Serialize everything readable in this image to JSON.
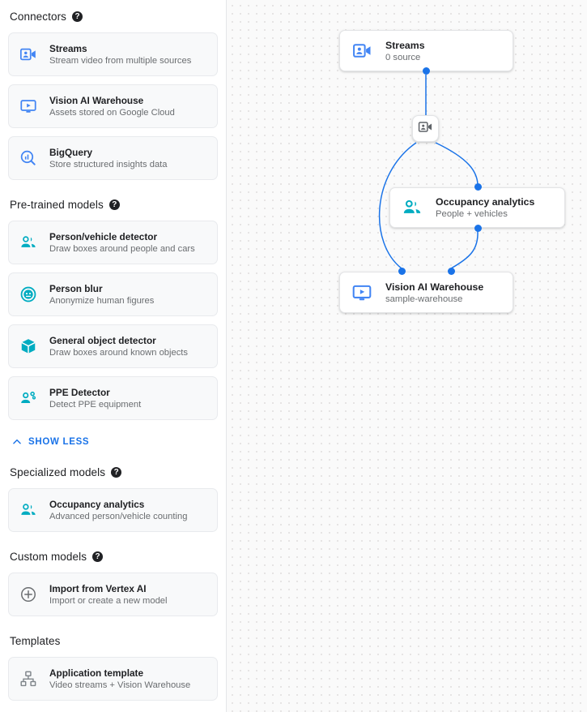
{
  "sidebar": {
    "sections": [
      {
        "title": "Connectors",
        "help": "?",
        "items": [
          {
            "title": "Streams",
            "sub": "Stream video from multiple sources",
            "icon": "video-camera-icon",
            "color": "#4285f4"
          },
          {
            "title": "Vision AI Warehouse",
            "sub": "Assets stored on Google Cloud",
            "icon": "monitor-play-icon",
            "color": "#4285f4"
          },
          {
            "title": "BigQuery",
            "sub": "Store structured insights data",
            "icon": "bigquery-search-icon",
            "color": "#4285f4"
          }
        ]
      },
      {
        "title": "Pre-trained models",
        "help": "?",
        "items": [
          {
            "title": "Person/vehicle detector",
            "sub": "Draw boxes around people and cars",
            "icon": "people-group-icon",
            "color": "#00acc1"
          },
          {
            "title": "Person blur",
            "sub": "Anonymize human figures",
            "icon": "face-blur-icon",
            "color": "#00acc1"
          },
          {
            "title": "General object detector",
            "sub": "Draw boxes around known objects",
            "icon": "cube-icon",
            "color": "#00acc1"
          },
          {
            "title": "PPE Detector",
            "sub": "Detect PPE equipment",
            "icon": "ppe-person-icon",
            "color": "#00acc1"
          }
        ]
      },
      {
        "title": "Specialized models",
        "help": "?",
        "items": [
          {
            "title": "Occupancy analytics",
            "sub": "Advanced person/vehicle counting",
            "icon": "people-group-icon",
            "color": "#00acc1"
          }
        ]
      },
      {
        "title": "Custom models",
        "help": "?",
        "items": [
          {
            "title": "Import from Vertex AI",
            "sub": "Import or create a new model",
            "icon": "plus-circle-icon",
            "color": "#5f6368"
          }
        ]
      },
      {
        "title": "Templates",
        "help": "",
        "items": [
          {
            "title": "Application template",
            "sub": "Video streams + Vision Warehouse",
            "icon": "hierarchy-icon",
            "color": "#80868b"
          }
        ]
      }
    ],
    "show_less_label": "SHOW LESS"
  },
  "canvas": {
    "nodes": [
      {
        "title": "Streams",
        "sub": "0 source",
        "icon": "video-camera-icon",
        "color": "#4285f4"
      },
      {
        "title": "Occupancy analytics",
        "sub": "People + vehicles",
        "icon": "people-group-icon",
        "color": "#00acc1"
      },
      {
        "title": "Vision AI Warehouse",
        "sub": "sample-warehouse",
        "icon": "monitor-play-icon",
        "color": "#4285f4"
      }
    ],
    "mini_node": {
      "icon": "video-camera-icon",
      "color": "#5f6368"
    },
    "edge_color": "#1a73e8"
  },
  "colors": {
    "accent_blue": "#1a73e8",
    "icon_blue": "#4285f4",
    "icon_teal": "#00acc1",
    "icon_gray": "#5f6368",
    "text_primary": "#202124",
    "text_secondary": "#6a6d70",
    "card_bg": "#f8f9fa",
    "canvas_bg": "#fafafa"
  }
}
